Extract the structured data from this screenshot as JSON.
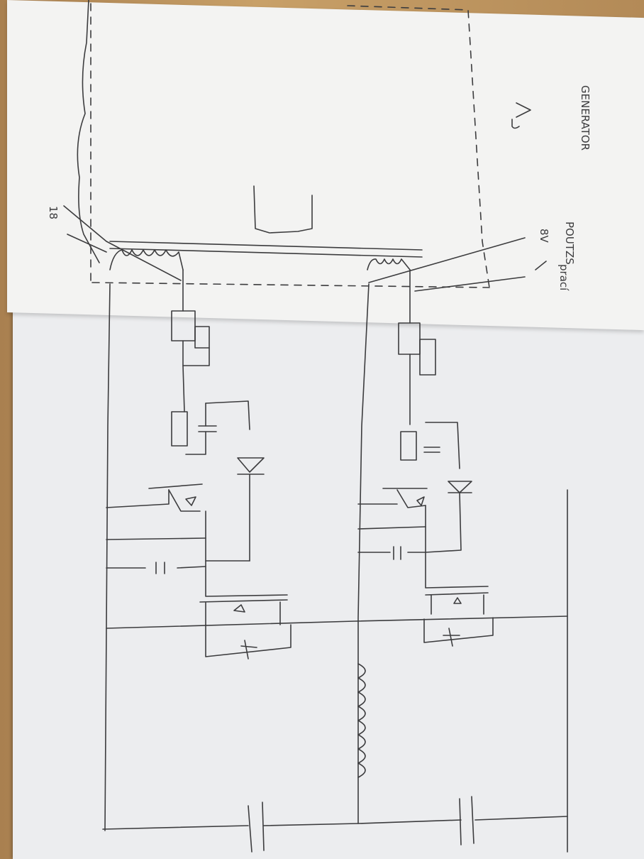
{
  "sketch": {
    "title": "GENERATOR",
    "side_note": "POUTZS",
    "left_label": "18",
    "right_label": "8V",
    "right_sub": "prací",
    "ink_color": "#3c3c3e",
    "paper_color": "#ecedef"
  }
}
